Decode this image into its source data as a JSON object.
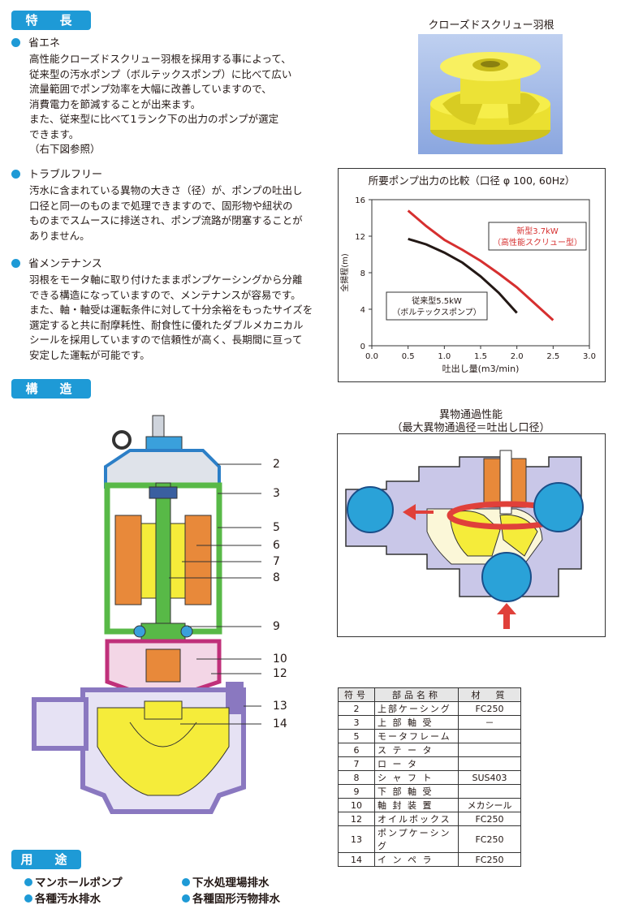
{
  "sections": {
    "features": "特　長",
    "structure": "構　造",
    "uses": "用　途"
  },
  "features": [
    {
      "title": "省エネ",
      "body": "高性能クローズドスクリュー羽根を採用する事によって、\n従来型の汚水ポンプ（ボルテックスポンプ）に比べて広い\n流量範囲でポンプ効率を大幅に改善していますので、\n消費電力を節減することが出来ます。\nまた、従来型に比べて1ランク下の出力のポンプが選定\nできます。\n（右下図参照）"
    },
    {
      "title": "トラブルフリー",
      "body": "汚水に含まれている異物の大きさ（径）が、ポンプの吐出し\n口径と同一のものまで処理できますので、固形物や紐状の\nものまでスムースに排送され、ポンプ流路が閉塞することが\nありません。"
    },
    {
      "title": "省メンテナンス",
      "body": "羽根をモータ軸に取り付けたままポンプケーシングから分離\nできる構造になっていますので、メンテナンスが容易です。\nまた、軸・軸受は運転条件に対して十分余裕をもったサイズを\n選定すると共に耐摩耗性、耐食性に優れたダブルメカニカル\nシールを採用していますので信頼性が高く、長期間に亘って\n安定した運転が可能です。"
    }
  ],
  "impeller_caption": "クローズドスクリュー羽根",
  "chart_data": {
    "type": "line",
    "title": "所要ポンプ出力の比較（口径 φ 100, 60Hz）",
    "xlabel": "吐出し量(m3/min)",
    "ylabel": "全揚程(m)",
    "xlim": [
      0.0,
      3.0
    ],
    "ylim": [
      0,
      16
    ],
    "xticks": [
      "0.0",
      "0.5",
      "1.0",
      "1.5",
      "2.0",
      "2.5",
      "3.0"
    ],
    "yticks": [
      "0",
      "4",
      "8",
      "12",
      "16"
    ],
    "grid": false,
    "series": [
      {
        "name": "新型3.7kW（高性能スクリュー型）",
        "label_lines": [
          "新型3.7kW",
          "（高性能スクリュー型）"
        ],
        "color": "#d62f2f",
        "x": [
          0.5,
          0.75,
          1.0,
          1.25,
          1.5,
          1.75,
          2.0,
          2.25,
          2.5
        ],
        "y": [
          14.8,
          13.1,
          11.6,
          10.5,
          9.3,
          7.9,
          6.4,
          4.6,
          2.8
        ]
      },
      {
        "name": "従来型5.5kW（ボルテックスポンプ）",
        "label_lines": [
          "従来型5.5kW",
          "（ボルテックスポンプ）"
        ],
        "color": "#231815",
        "x": [
          0.5,
          0.75,
          1.0,
          1.25,
          1.5,
          1.75,
          2.0
        ],
        "y": [
          11.7,
          11.1,
          10.2,
          9.1,
          7.6,
          5.8,
          3.6
        ]
      }
    ]
  },
  "passage": {
    "title_line1": "異物通過性能",
    "title_line2": "（最大異物通過径＝吐出し口径）"
  },
  "callouts": [
    "2",
    "3",
    "5",
    "6",
    "7",
    "8",
    "9",
    "10",
    "12",
    "13",
    "14"
  ],
  "parts_table": {
    "headers": [
      "符号",
      "部品名称",
      "材　質"
    ],
    "rows": [
      [
        "2",
        "上部ケーシング",
        "FC250"
      ],
      [
        "3",
        "上 部 軸 受",
        "－"
      ],
      [
        "5",
        "モータフレーム",
        ""
      ],
      [
        "6",
        "ス テ ー タ",
        ""
      ],
      [
        "7",
        "ロ ー タ",
        ""
      ],
      [
        "8",
        "シ ャ フ ト",
        "SUS403"
      ],
      [
        "9",
        "下 部 軸 受",
        ""
      ],
      [
        "10",
        "軸 封 装 置",
        "メカシール"
      ],
      [
        "12",
        "オイルボックス",
        "FC250"
      ],
      [
        "13",
        "ポンプケーシング",
        "FC250"
      ],
      [
        "14",
        "イ ン ペ ラ",
        "FC250"
      ]
    ]
  },
  "uses": [
    "マンホールポンプ",
    "下水処理場排水",
    "各種汚水排水",
    "各種固形汚物排水"
  ],
  "colors": {
    "accent_blue": "#1e9ad6",
    "impeller_yellow": "#f5ec3a",
    "motor_orange": "#e8893a",
    "frame_green": "#58b947",
    "casing_purple": "#8a78c0",
    "arrow_red": "#e0403a",
    "ball_blue": "#2aa2d8"
  }
}
